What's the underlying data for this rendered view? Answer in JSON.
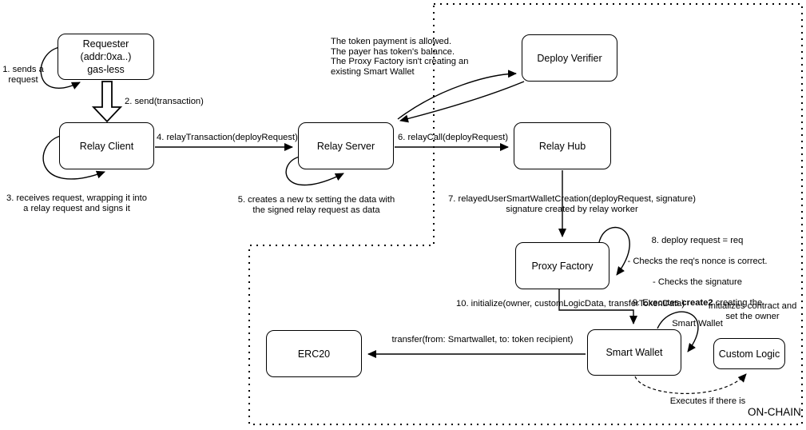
{
  "diagram": {
    "nodes": {
      "requester": "Requester\n(addr:0xa..)\ngas-less",
      "relay_client": "Relay Client",
      "relay_server": "Relay Server",
      "deploy_verifier": "Deploy Verifier",
      "relay_hub": "Relay Hub",
      "proxy_factory": "Proxy Factory",
      "smart_wallet": "Smart Wallet",
      "erc20": "ERC20",
      "custom_logic": "Custom Logic"
    },
    "labels": {
      "step1": "1. sends a\nrequest",
      "step2": "2. send(transaction)",
      "step3": "3. receives request, wrapping it into\na relay request and signs it",
      "step4": "4. relayTransaction(deployRequest)",
      "step5": "5. creates a new tx setting the data with\nthe signed relay request as data",
      "step6": "6. relayCall(deployRequest)",
      "step7": "7. relayedUserSmartWalletCreation(deployRequest, signature)\nsignature created by relay worker",
      "verifier_note": "The token payment is allowed.\nThe payer has token's balance.\nThe Proxy Factory isn't creating an\nexisting Smart Wallet",
      "step8_line1": "8. deploy request = req",
      "step8_line2": "- Checks the req's nonce is correct.",
      "step8_line3": "- Checks the signature",
      "step9_pre": "9. Executes ",
      "step9_bold": "create2",
      "step9_post": " creating the",
      "step9_line2": "Smart Wallet",
      "step10": "10. initialize(owner, customLogicData, transferTokenData)",
      "init_note": "Initializes contract and\nset the owner",
      "transfer_label": "transfer(from: Smartwallet, to: token recipient)",
      "executes_label": "Executes if there is",
      "onchain": "ON-CHAIN"
    },
    "colors": {
      "line": "#000000",
      "background": "#ffffff",
      "box_fill": "#ffffff"
    }
  }
}
